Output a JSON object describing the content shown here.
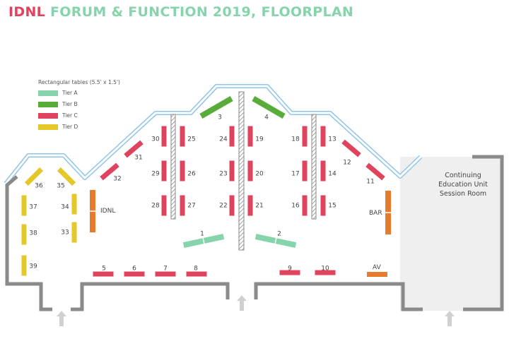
{
  "title": {
    "brand": "IDNL",
    "rest": "FORUM & FUNCTION 2019, FLOORPLAN"
  },
  "legend": {
    "heading": "Rectangular tables (5.5' x 1.5')",
    "items": [
      {
        "label": "Tier A",
        "color": "#86d4ab"
      },
      {
        "label": "Tier B",
        "color": "#5aac3a"
      },
      {
        "label": "Tier C",
        "color": "#e0435e"
      },
      {
        "label": "Tier D",
        "color": "#e4c82a"
      }
    ]
  },
  "labels": {
    "idnl": "IDNL",
    "bar": "BAR",
    "av": "AV"
  },
  "room": {
    "line1": "Continuing",
    "line2": "Education Unit",
    "line3": "Session Room"
  },
  "tables": [
    {
      "n": "1",
      "tier": "A"
    },
    {
      "n": "2",
      "tier": "A"
    },
    {
      "n": "3",
      "tier": "B"
    },
    {
      "n": "4",
      "tier": "B"
    },
    {
      "n": "5",
      "tier": "C"
    },
    {
      "n": "6",
      "tier": "C"
    },
    {
      "n": "7",
      "tier": "C"
    },
    {
      "n": "8",
      "tier": "C"
    },
    {
      "n": "9",
      "tier": "C"
    },
    {
      "n": "10",
      "tier": "C"
    },
    {
      "n": "11",
      "tier": "C"
    },
    {
      "n": "12",
      "tier": "C"
    },
    {
      "n": "13",
      "tier": "C"
    },
    {
      "n": "14",
      "tier": "C"
    },
    {
      "n": "15",
      "tier": "C"
    },
    {
      "n": "16",
      "tier": "C"
    },
    {
      "n": "17",
      "tier": "C"
    },
    {
      "n": "18",
      "tier": "C"
    },
    {
      "n": "19",
      "tier": "C"
    },
    {
      "n": "20",
      "tier": "C"
    },
    {
      "n": "21",
      "tier": "C"
    },
    {
      "n": "22",
      "tier": "C"
    },
    {
      "n": "23",
      "tier": "C"
    },
    {
      "n": "24",
      "tier": "C"
    },
    {
      "n": "25",
      "tier": "C"
    },
    {
      "n": "26",
      "tier": "C"
    },
    {
      "n": "27",
      "tier": "C"
    },
    {
      "n": "28",
      "tier": "C"
    },
    {
      "n": "29",
      "tier": "C"
    },
    {
      "n": "30",
      "tier": "C"
    },
    {
      "n": "31",
      "tier": "C"
    },
    {
      "n": "32",
      "tier": "C"
    },
    {
      "n": "33",
      "tier": "D"
    },
    {
      "n": "34",
      "tier": "D"
    },
    {
      "n": "35",
      "tier": "D"
    },
    {
      "n": "36",
      "tier": "D"
    },
    {
      "n": "37",
      "tier": "D"
    },
    {
      "n": "38",
      "tier": "D"
    },
    {
      "n": "39",
      "tier": "D"
    }
  ],
  "fixtures": {
    "color": "#e87a2e"
  },
  "colors": {
    "wall": "#8a8a8a",
    "window": "#8fc4e8",
    "room_fill": "#efefef",
    "arrow": "#d0d0d0",
    "divider": "#9a9a9a"
  }
}
